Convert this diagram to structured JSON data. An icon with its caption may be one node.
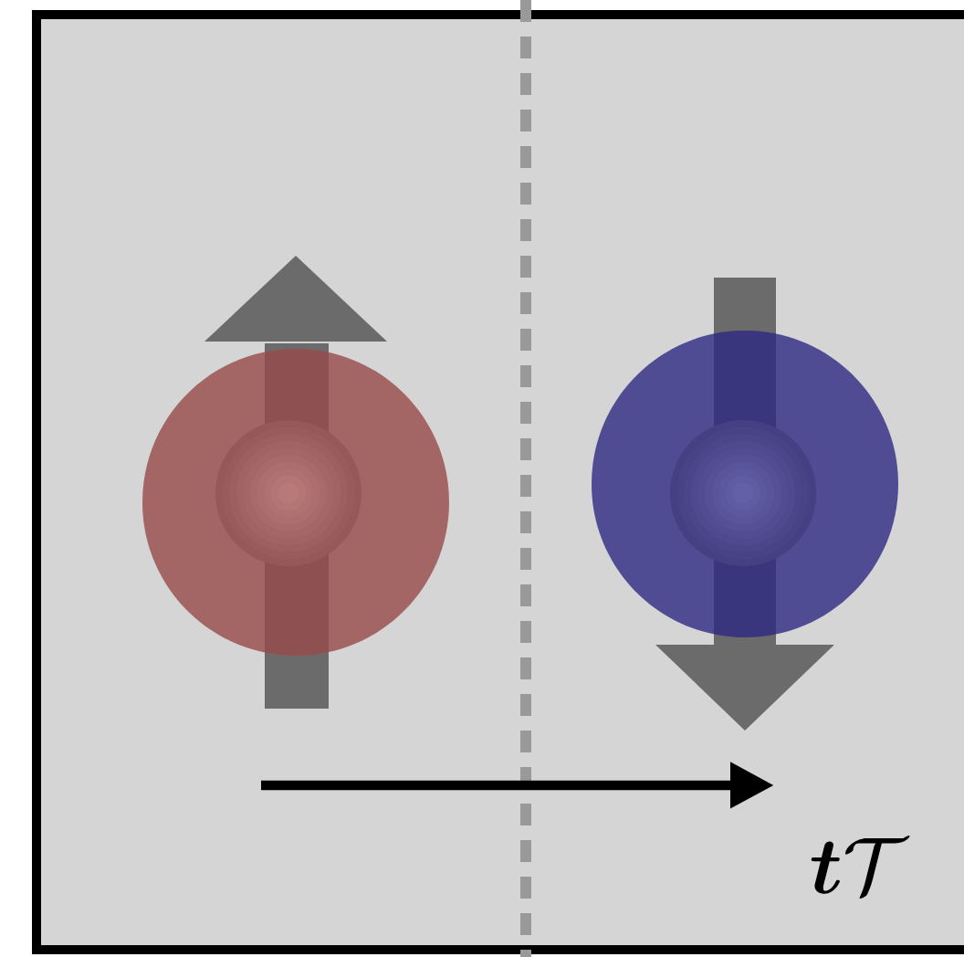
{
  "diagram": {
    "nodes": [
      {
        "text": [],
        "shape": "circle"
      },
      {
        "text": [],
        "shape": "circle"
      }
    ],
    "labels": [
      "\\boldsymbol{t}\\mathcal{T}"
    ]
  }
}
